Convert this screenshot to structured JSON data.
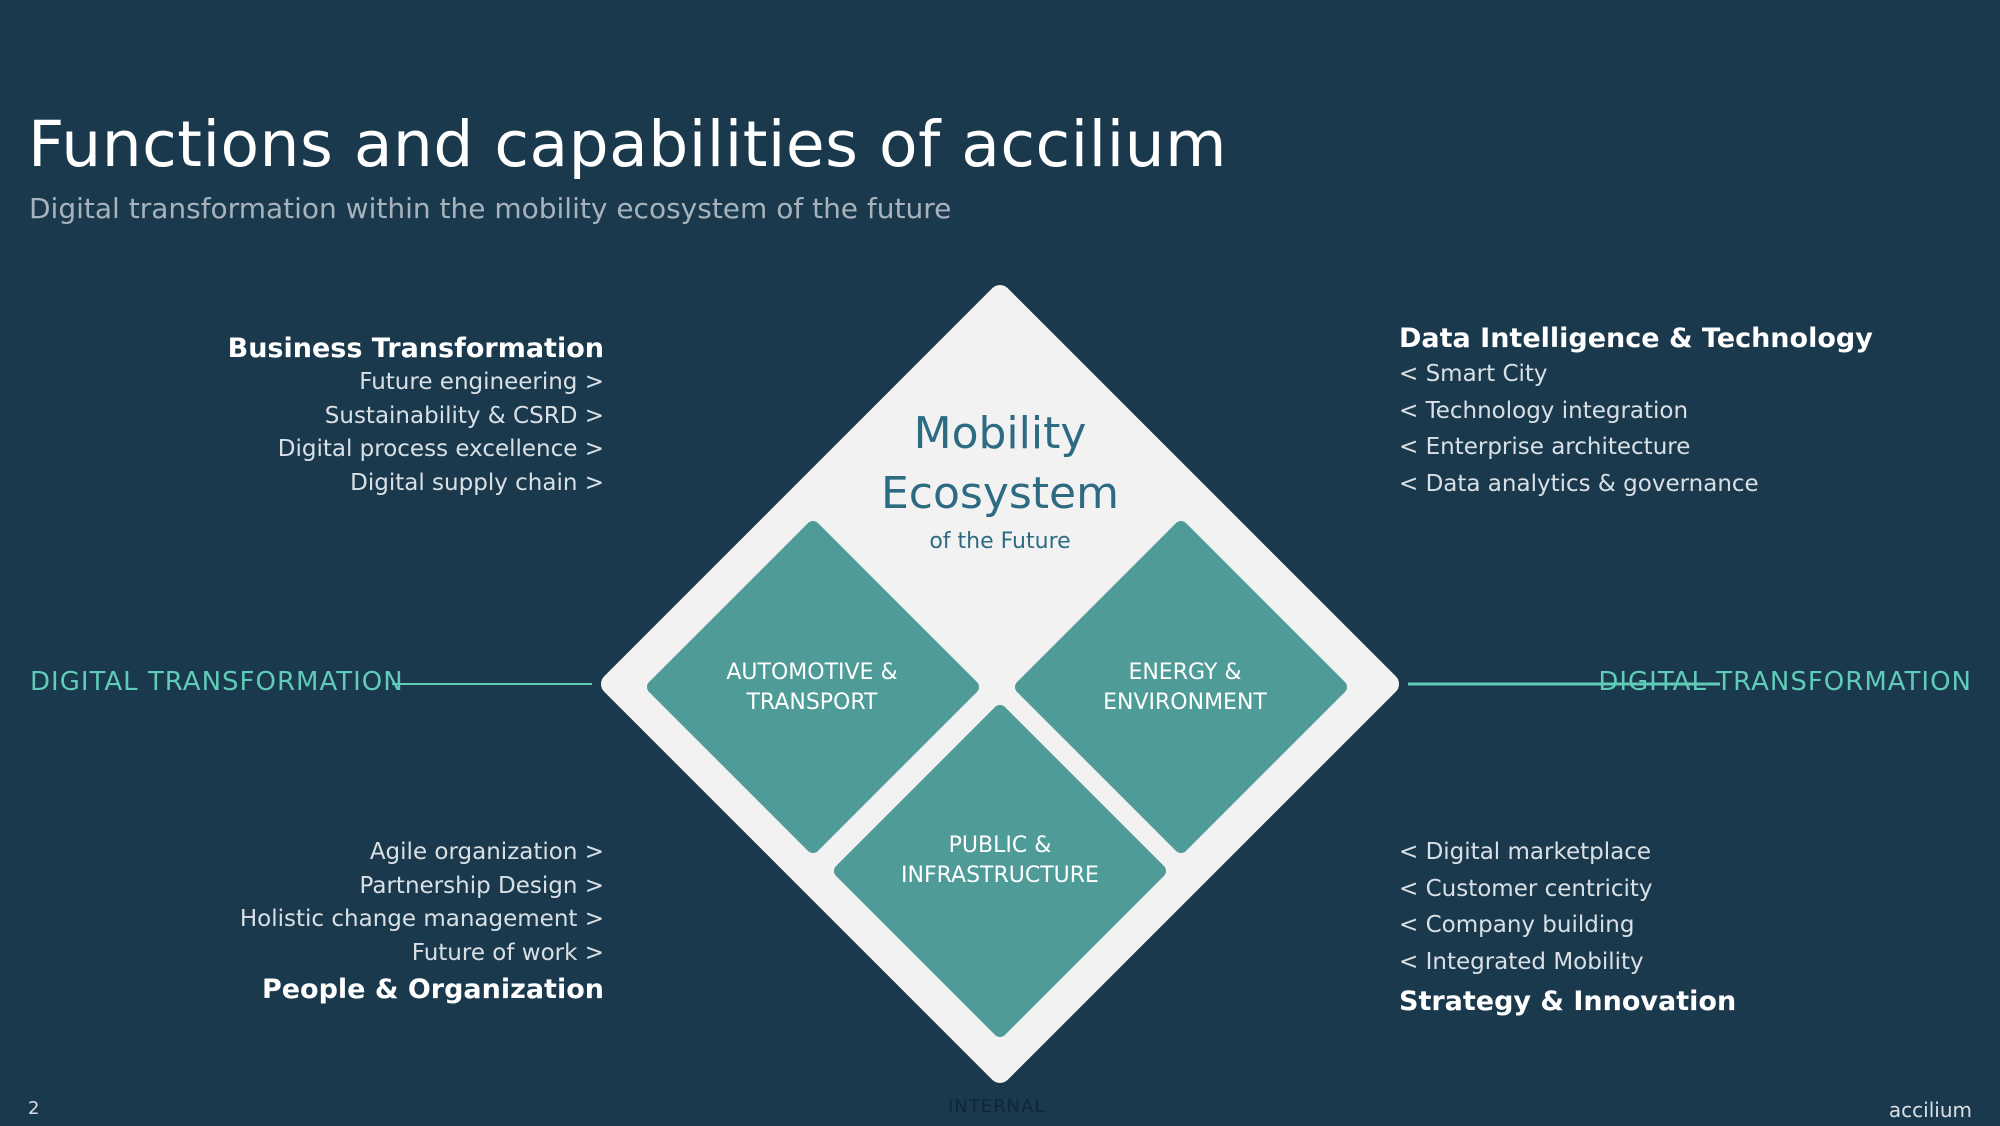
{
  "slide": {
    "title": "Functions and capabilities of accilium",
    "subtitle": "Digital transformation within the mobility ecosystem of the future",
    "page_number": "2",
    "classification": "INTERNAL",
    "brand": "accilium"
  },
  "center": {
    "title_line1": "Mobility",
    "title_line2": "Ecosystem",
    "caption": "of the Future",
    "tiles": {
      "left_line1": "AUTOMOTIVE &",
      "left_line2": "TRANSPORT",
      "right_line1": "ENERGY &",
      "right_line2": "ENVIRONMENT",
      "bottom_line1": "PUBLIC &",
      "bottom_line2": "INFRASTRUCTURE"
    }
  },
  "side_labels": {
    "left": "DIGITAL TRANSFORMATION",
    "right": "DIGITAL TRANSFORMATION"
  },
  "business_transformation": {
    "heading": "Business Transformation",
    "items": [
      "Future engineering >",
      "Sustainability & CSRD >",
      "Digital process excellence >",
      "Digital supply chain >"
    ]
  },
  "data_intelligence": {
    "heading": "Data Intelligence & Technology",
    "items": [
      "< Smart City",
      "< Technology integration",
      "< Enterprise architecture",
      "< Data analytics & governance"
    ]
  },
  "people_organization": {
    "heading": "People & Organization",
    "items": [
      "Agile organization >",
      "Partnership Design >",
      "Holistic change management >",
      "Future of work >"
    ]
  },
  "strategy_innovation": {
    "heading": "Strategy & Innovation",
    "items": [
      "< Digital marketplace",
      "< Customer centricity",
      "< Company building",
      "< Integrated Mobility"
    ]
  },
  "colors": {
    "background": "#1b394c",
    "diamond": "#f2f2f2",
    "tile": "#4e9b97",
    "accent": "#5fcbb8",
    "center_text": "#2d6b83"
  }
}
